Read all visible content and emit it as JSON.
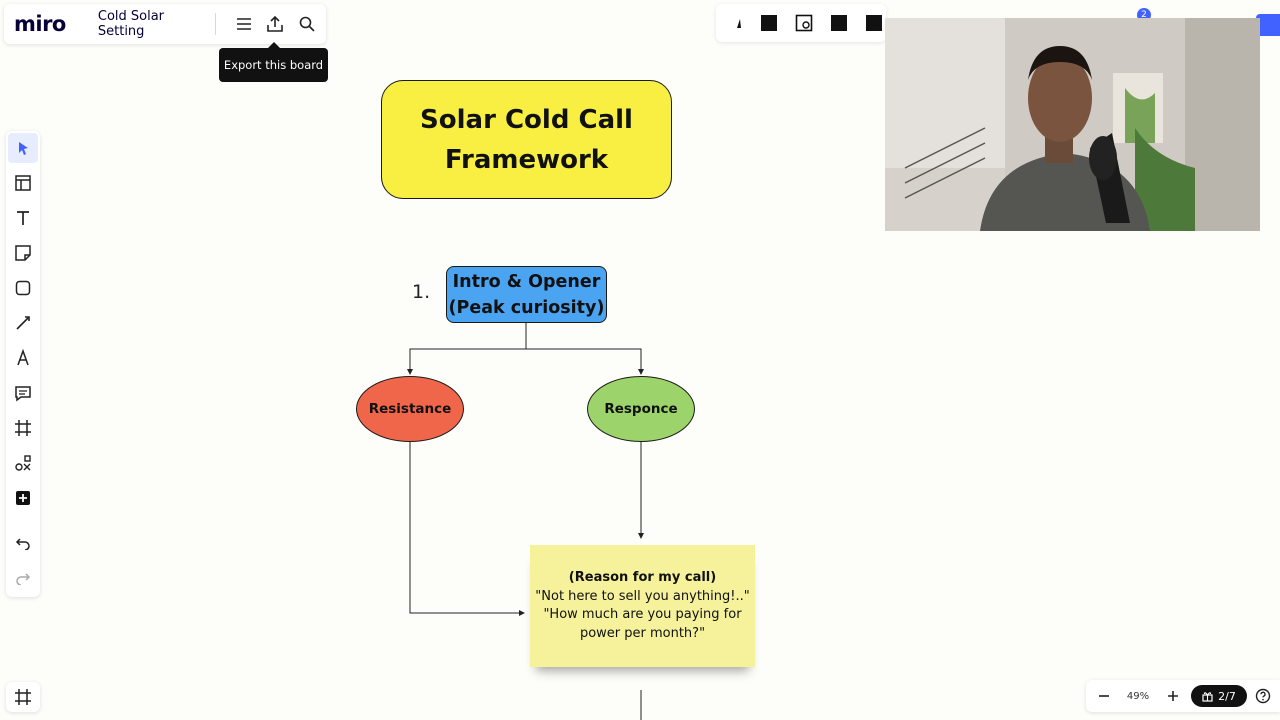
{
  "app": {
    "logo": "miro",
    "board_name": "Cold Solar Setting"
  },
  "tooltip": "Export this board",
  "collab": {
    "notification_count": "2"
  },
  "toolbar_icons": [
    "cursor-icon",
    "templates-icon",
    "text-icon",
    "sticky-note-icon",
    "shape-icon",
    "pen-icon",
    "marker-icon",
    "comment-icon",
    "frame-icon",
    "more-tools-icon",
    "add-icon",
    "undo-icon",
    "redo-icon"
  ],
  "canvas": {
    "title_sticky": "Solar Cold Call Framework",
    "step_number": "1.",
    "intro_box": "Intro & Opener (Peak curiosity)",
    "resistance": "Resistance",
    "responce": "Responce",
    "note": {
      "title": "(Reason for my call)",
      "line1": "\"Not here to sell you anything!..\"",
      "line2": "\"How much are you paying for power per month?\""
    }
  },
  "zoom": {
    "level": "49%",
    "pages": "2/7"
  },
  "colors": {
    "accent": "#4262ff",
    "title_sticky": "#f8ef42",
    "intro_box": "#4ba4f1",
    "resistance": "#f0664a",
    "responce": "#9cd36b",
    "note": "#f6f29b"
  }
}
